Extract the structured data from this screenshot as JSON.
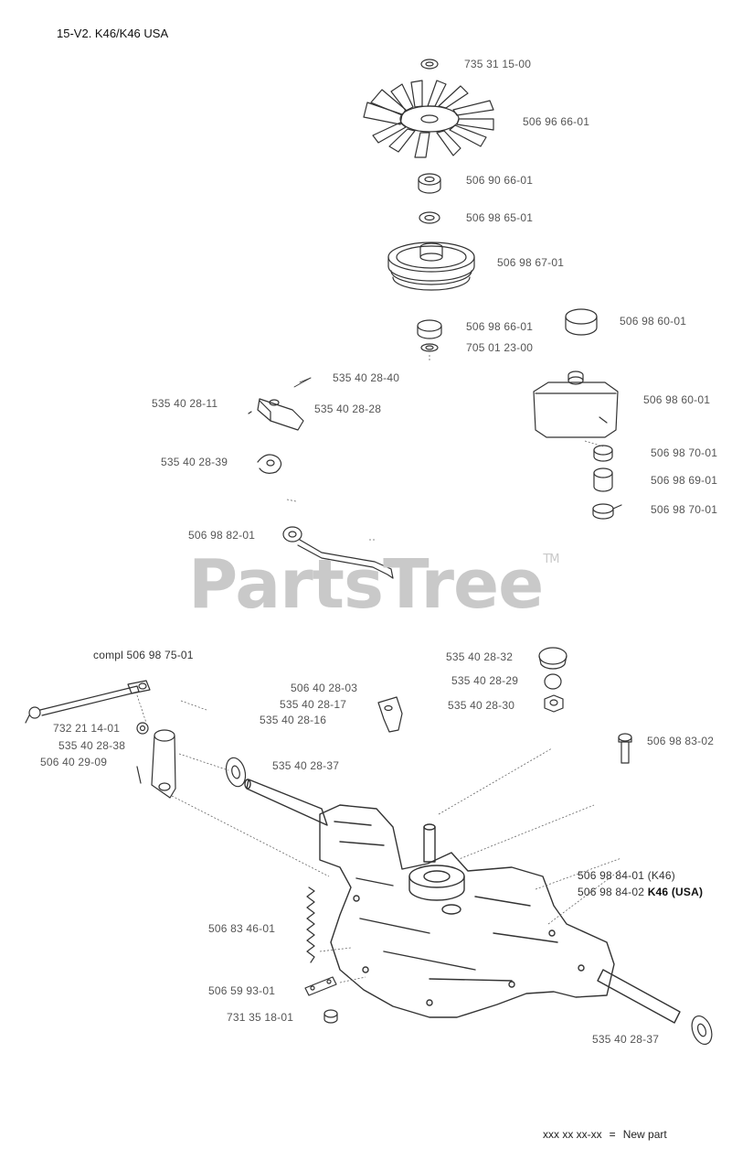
{
  "title": "15-V2. K46/K46 USA",
  "watermark": "PartsTree",
  "watermark_mark": "TM",
  "legend": {
    "code": "xxx xx xx-xx",
    "eq": "=",
    "text": "New part"
  },
  "parts": [
    {
      "id": "p01",
      "label": "735 31 15-00"
    },
    {
      "id": "p02",
      "label": "506 96 66-01"
    },
    {
      "id": "p03",
      "label": "506 90 66-01"
    },
    {
      "id": "p04",
      "label": "506 98 65-01"
    },
    {
      "id": "p05",
      "label": "506 98 67-01"
    },
    {
      "id": "p06",
      "label": "506 98 66-01"
    },
    {
      "id": "p07",
      "label": "506 98 60-01"
    },
    {
      "id": "p08",
      "label": "705 01 23-00"
    },
    {
      "id": "p09",
      "label": "535 40 28-40"
    },
    {
      "id": "p10",
      "label": "535 40 28-11"
    },
    {
      "id": "p11",
      "label": "535 40 28-28"
    },
    {
      "id": "p12",
      "label": "506 98 60-01"
    },
    {
      "id": "p13",
      "label": "535 40 28-39"
    },
    {
      "id": "p14",
      "label": "506 98 70-01"
    },
    {
      "id": "p15",
      "label": "506 98 69-01"
    },
    {
      "id": "p16",
      "label": "506 98 70-01"
    },
    {
      "id": "p17",
      "label": "506 98 82-01"
    },
    {
      "id": "p18",
      "label": "compl 506 98 75-01"
    },
    {
      "id": "p19",
      "label": "535 40 28-32"
    },
    {
      "id": "p20",
      "label": "535 40 28-29"
    },
    {
      "id": "p21",
      "label": "535 40 28-30"
    },
    {
      "id": "p22",
      "label": "506 40 28-03"
    },
    {
      "id": "p23",
      "label": "535 40 28-17"
    },
    {
      "id": "p24",
      "label": "535 40 28-16"
    },
    {
      "id": "p25",
      "label": "732 21 14-01"
    },
    {
      "id": "p26",
      "label": "535 40 28-38"
    },
    {
      "id": "p27",
      "label": "506 40 29-09"
    },
    {
      "id": "p28",
      "label": "535 40 28-37"
    },
    {
      "id": "p29",
      "label": "506 98 83-02"
    },
    {
      "id": "p30",
      "label": "506 98 84-01 (K46)"
    },
    {
      "id": "p31a",
      "label": "506 98 84-02"
    },
    {
      "id": "p31b",
      "label": "K46 (USA)"
    },
    {
      "id": "p32",
      "label": "506 83 46-01"
    },
    {
      "id": "p33",
      "label": "506 59 93-01"
    },
    {
      "id": "p34",
      "label": "731 35 18-01"
    },
    {
      "id": "p35",
      "label": "535 40 28-37"
    }
  ]
}
